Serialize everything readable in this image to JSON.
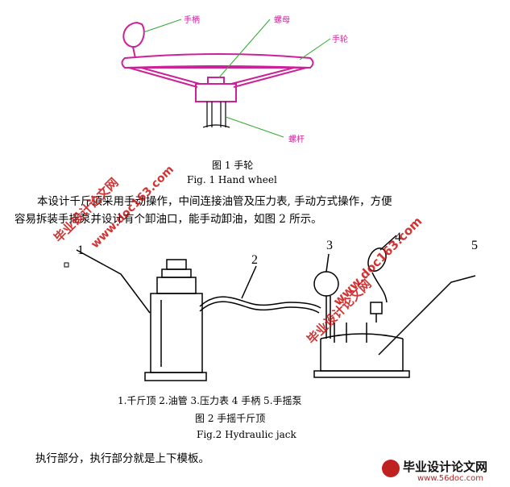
{
  "fig1": {
    "labels": {
      "handle": "手柄",
      "nut": "螺母",
      "wheel": "手轮",
      "screw": "螺杆"
    },
    "caption_cn": "图 1  手轮",
    "caption_en": "Fig. 1     Hand wheel"
  },
  "paragraph": {
    "line1": "本设计千斤顶采用手动操作，中间连接油管及压力表, 手动方式操作，方便",
    "line2": "容易拆装手摇泵并设计有个卸油口，能手动卸油，如图 2 所示。"
  },
  "fig2": {
    "part_numbers": [
      "1",
      "2",
      "3",
      "4",
      "5"
    ],
    "legend": "1.千斤顶   2.油管  3.压力表   4 手柄  5.手摇泵",
    "caption_cn": "图 2  手摇千斤顶",
    "caption_en": "Fig.2     Hydraulic jack"
  },
  "footer_text": "执行部分，执行部分就是上下模板。",
  "watermarks": {
    "text": "毕业设计论文网",
    "url": "www.doc163.com",
    "logo_title": "毕业设计论文网",
    "logo_url": "www.56doc.com"
  },
  "colors": {
    "drawing_line": "#cc2299",
    "watermark": "#cc1010"
  }
}
